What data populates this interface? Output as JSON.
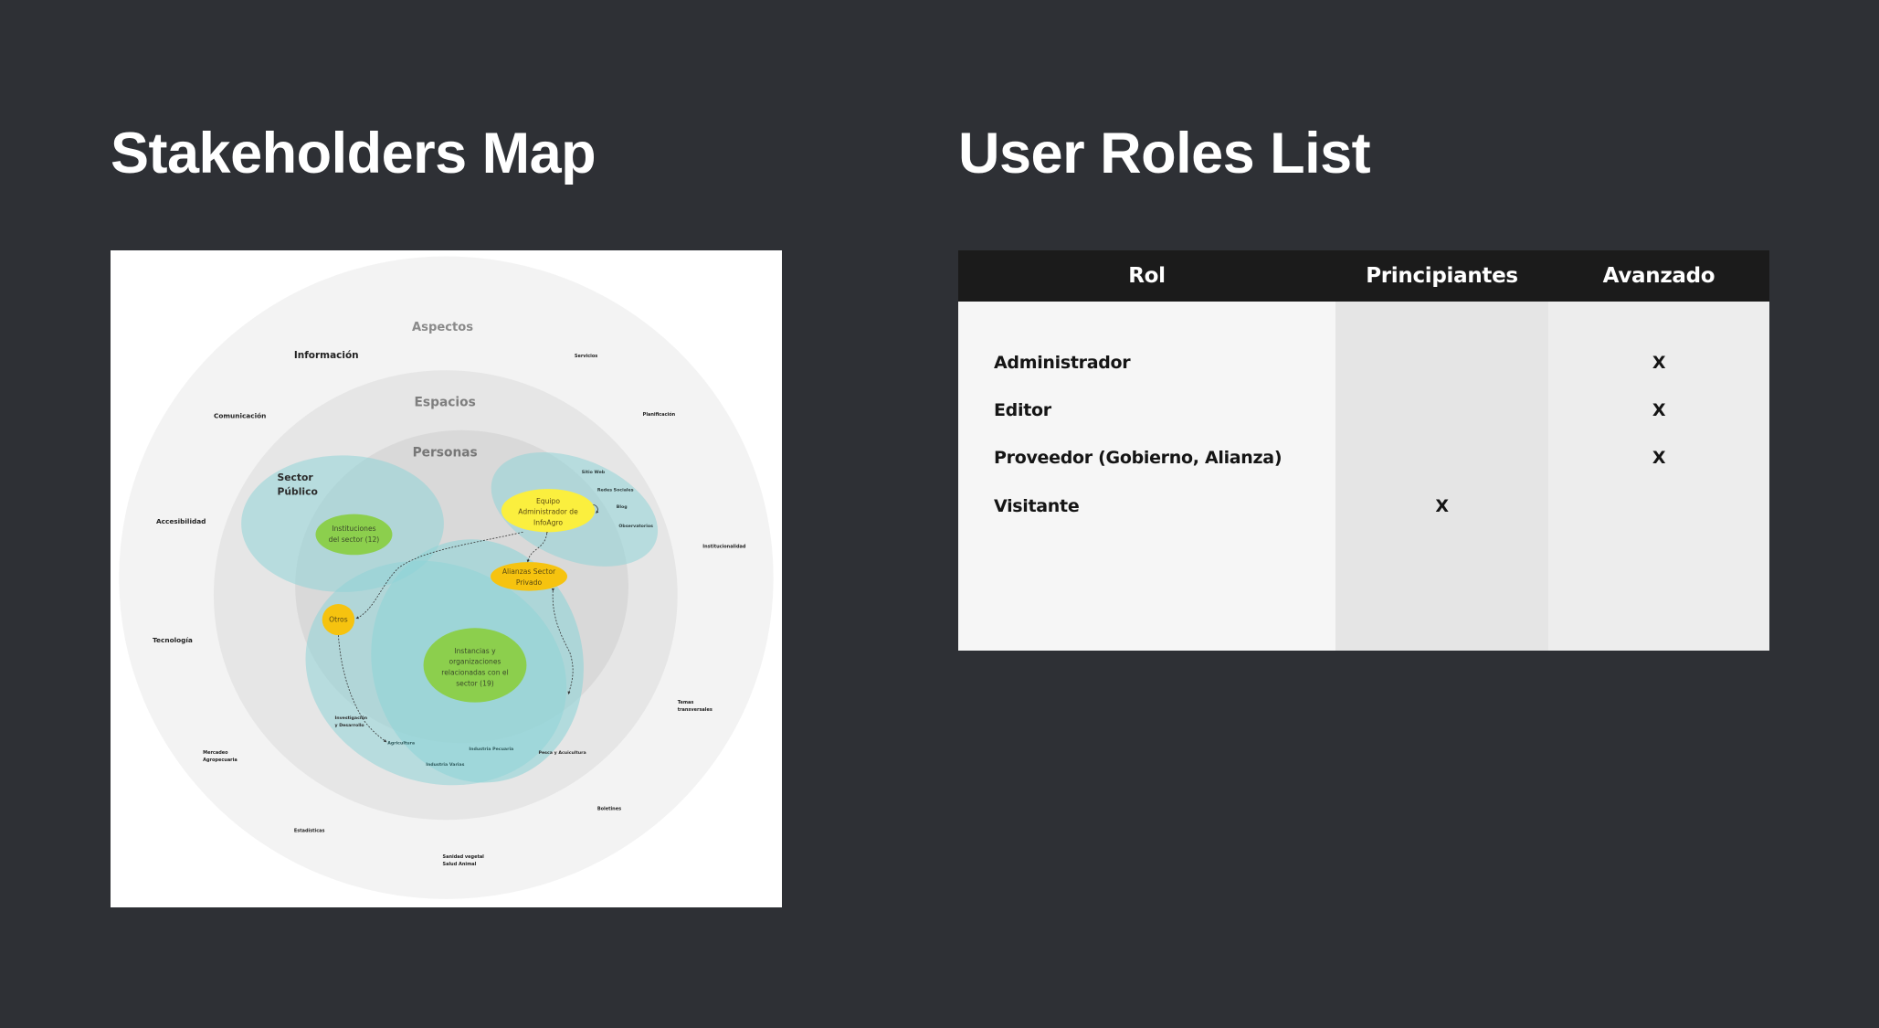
{
  "sections": {
    "stakeholders_title": "Stakeholders Map",
    "roles_title": "User Roles List"
  },
  "stakeholders_map": {
    "rings": {
      "outer": "Aspectos",
      "middle": "Espacios",
      "inner": "Personas"
    },
    "aspect_labels": {
      "informacion": "Información",
      "servicios": "Servicios",
      "comunicacion": "Comunicación",
      "planificacion": "Planificación",
      "accesibilidad": "Accesibilidad",
      "institucionalidad": "Institucionalidad",
      "tecnologia": "Tecnología",
      "temas_1": "Temas",
      "temas_2": "transversales",
      "mercadeo_1": "Mercadeo",
      "mercadeo_2": "Agropecuaria",
      "boletines": "Boletines",
      "estadisticas": "Estadísticas",
      "sanidad_1": "Sanidad vegetal",
      "sanidad_2": "Salud Animal"
    },
    "groups": {
      "sector_publico_1": "Sector",
      "sector_publico_2": "Público"
    },
    "channels": {
      "sitio_web": "Sitio Web",
      "redes_sociales": "Redes Sociales",
      "blog": "Blog",
      "observatorios": "Observatorios"
    },
    "subsectors": {
      "investigacion_1": "Investigación",
      "investigacion_2": "y Desarrollo",
      "agricultura": "Agricultura",
      "industria_pecuaria": "Industria Pecuaria",
      "industria_varias": "Industria Varias",
      "pesca": "Pesca y Acuicultura"
    },
    "nodes": {
      "instituciones_1": "Instituciones",
      "instituciones_2": "del sector (12)",
      "equipo_1": "Equipo",
      "equipo_2": "Administrador de",
      "equipo_3": "InfoAgro",
      "alianzas_1": "Alianzas Sector",
      "alianzas_2": "Privado",
      "otros": "Otros",
      "instancias_1": "Instancias y",
      "instancias_2": "organizaciones",
      "instancias_3": "relacionadas con el",
      "instancias_4": "sector (19)"
    },
    "colors": {
      "outer_ring": "#f3f3f3",
      "middle_ring": "#e6e6e6",
      "inner_ring": "#d9d9d9",
      "teal": "#8fd3d7",
      "green_node": "#8ccf4d",
      "yellow_node": "#fbef3e",
      "orange_node": "#f6c30f"
    }
  },
  "roles_table": {
    "headers": [
      "Rol",
      "Principiantes",
      "Avanzado"
    ],
    "rows": [
      {
        "rol": "Administrador",
        "principiantes": "",
        "avanzado": "X"
      },
      {
        "rol": "Editor",
        "principiantes": "",
        "avanzado": "X"
      },
      {
        "rol": "Proveedor (Gobierno, Alianza)",
        "principiantes": "",
        "avanzado": "X"
      },
      {
        "rol": "Visitante",
        "principiantes": "X",
        "avanzado": ""
      }
    ],
    "colors": {
      "header_bg": "#1b1b1b",
      "rol_col_bg": "#f6f6f6",
      "principiantes_col_bg": "#e5e5e5",
      "avanzado_col_bg": "#ededed"
    }
  }
}
